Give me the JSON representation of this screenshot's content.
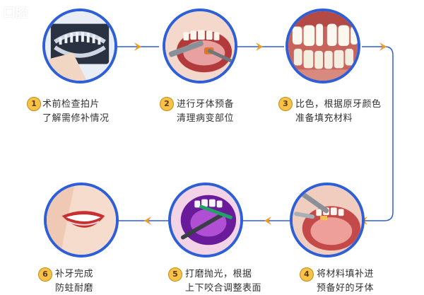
{
  "watermark": {
    "text": "口腔"
  },
  "colors": {
    "ring": "#2f5fd6",
    "arrow": "#f39a1f",
    "badge": "#f6c24a",
    "text": "#333333"
  },
  "steps": [
    {
      "number": "1",
      "line1": "术前检查拍片",
      "line2": "了解需修补情况",
      "image": "xray-image"
    },
    {
      "number": "2",
      "line1": "进行牙体预备",
      "line2": "清理病变部位",
      "image": "drilling-image"
    },
    {
      "number": "3",
      "line1": "比色，根据原牙颜色",
      "line2": "准备填充材料",
      "image": "teeth-gap-image"
    },
    {
      "number": "4",
      "line1": "将材料填补进",
      "line2": "预备好的牙体",
      "image": "filling-image"
    },
    {
      "number": "5",
      "line1": "打磨抛光，根据",
      "line2": "上下咬合调整表面",
      "image": "polishing-image"
    },
    {
      "number": "6",
      "line1": "补牙完成",
      "line2": "防蛀耐磨",
      "image": "smile-image"
    }
  ]
}
